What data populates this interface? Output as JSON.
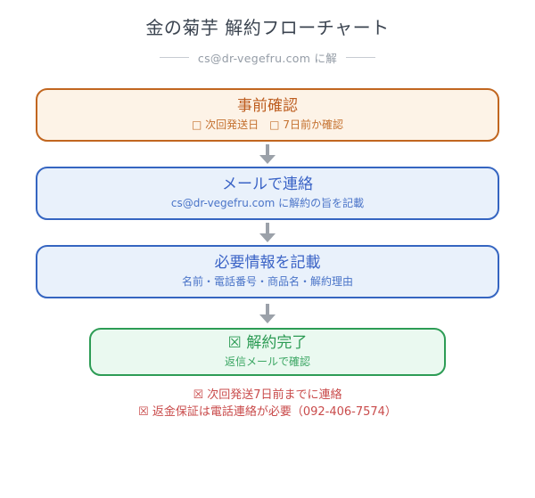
{
  "header": {
    "title": "金の菊芋 解約フローチャート",
    "subtitle": "cs@dr-vegefru.com に解"
  },
  "flow": {
    "steps": [
      {
        "id": "precheck",
        "title": "事前確認",
        "subtitle": "□ 次回発送日　□ 7日前か確認",
        "accent_color": "#c1661f",
        "background_color": "#fdf3e7"
      },
      {
        "id": "contact-by-email",
        "title": "メールで連絡",
        "subtitle": "cs@dr-vegefru.com に解約の旨を記載",
        "accent_color": "#3565c1",
        "background_color": "#e9f1fb"
      },
      {
        "id": "required-info",
        "title": "必要情報を記載",
        "subtitle": "名前・電話番号・商品名・解約理由",
        "accent_color": "#3565c1",
        "background_color": "#e9f1fb"
      },
      {
        "id": "cancel-complete",
        "title": "☒ 解約完了",
        "subtitle": "返信メールで確認",
        "accent_color": "#2d9c55",
        "background_color": "#eaf9f0"
      }
    ]
  },
  "notes": {
    "items": [
      "☒ 次回発送7日前までに連絡",
      "☒ 返金保証は電話連絡が必要（092-406-7574）"
    ],
    "phone_number": "092-406-7574",
    "color": "#c94b4b"
  },
  "icons": {
    "down_arrow": "▼",
    "checkbox_empty": "□",
    "checkbox_x": "☒"
  },
  "colors": {
    "title_text": "#3b4450",
    "subtitle_text": "#949ca6",
    "arrow_gray": "#9ba1a9",
    "orange": "#c1661f",
    "blue": "#3565c1",
    "green": "#2d9c55",
    "note_red": "#c94b4b"
  }
}
